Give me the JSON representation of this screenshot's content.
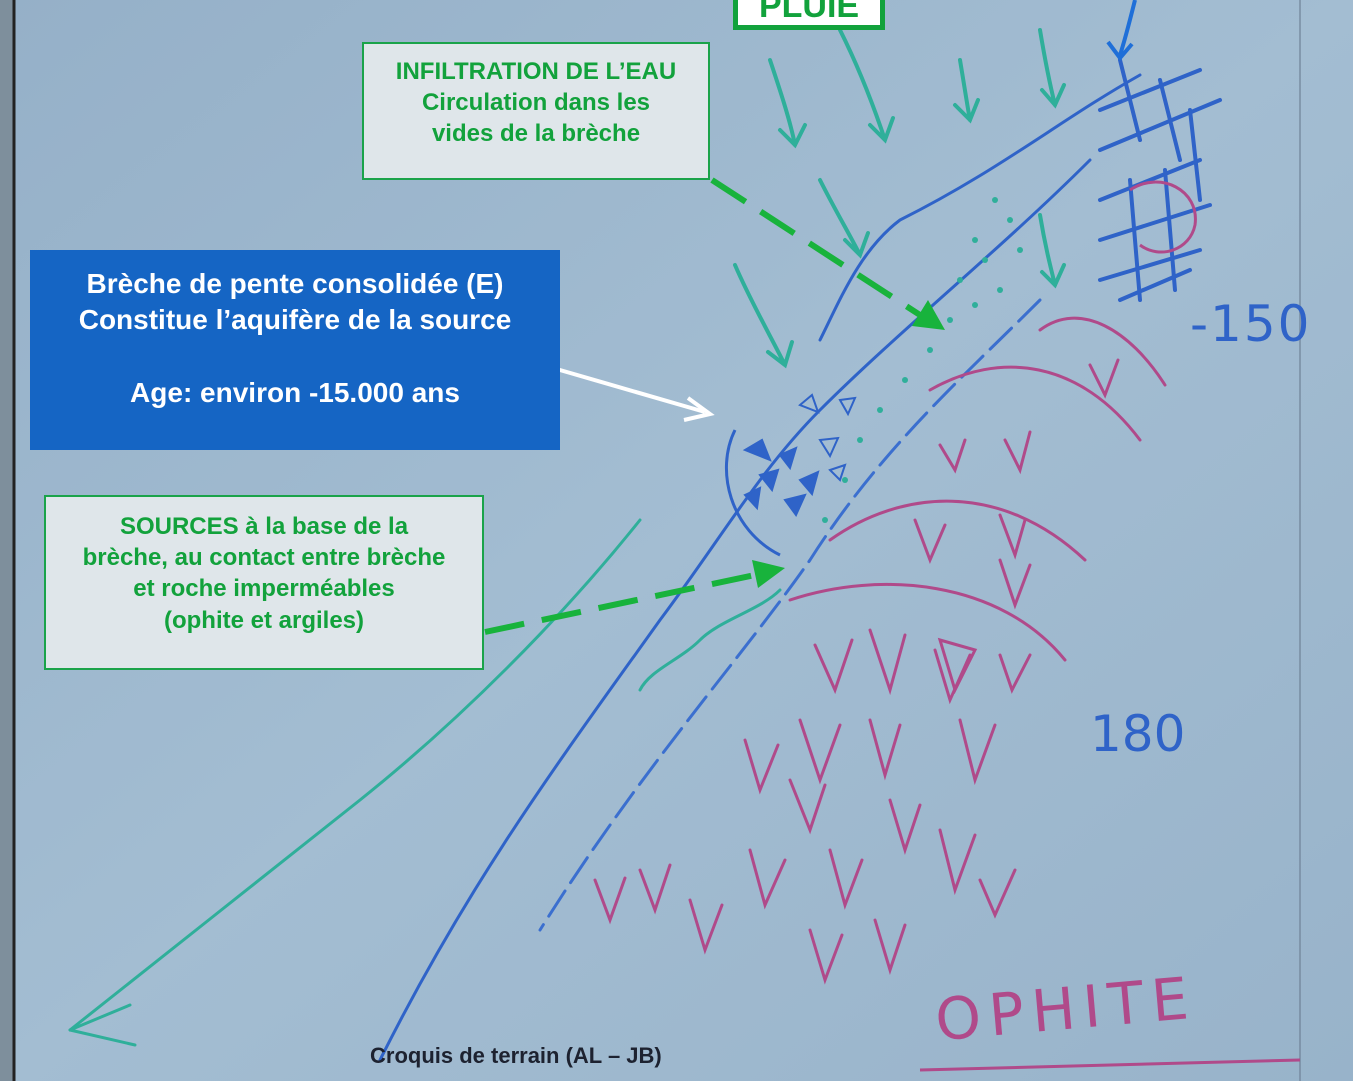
{
  "title_box": {
    "label": "PLUIE"
  },
  "infiltration": {
    "lines": [
      "INFILTRATION DE L’EAU",
      "Circulation dans les",
      "vides de la brèche"
    ]
  },
  "breche": {
    "line1": "Brèche de pente consolidée (E)",
    "line2": "Constitue l’aquifère de la source",
    "line3": "Age: environ -15.000 ans"
  },
  "sources": {
    "lines": [
      "SOURCES  à la base de la",
      "brèche, au contact entre brèche",
      "et roche imperméables",
      "(ophite et argiles)"
    ]
  },
  "sketch_labels": {
    "elev_150": "-150",
    "elev_180": "180",
    "ophite": "OPHITE"
  },
  "caption": "Croquis de terrain (AL – JB)",
  "colors": {
    "board": "#9cb6cc",
    "green": "#12a23c",
    "blue": "#1565c4",
    "magenta": "#b04a8a",
    "pen_blue": "#2f63c8",
    "teal": "#2faf9a"
  }
}
